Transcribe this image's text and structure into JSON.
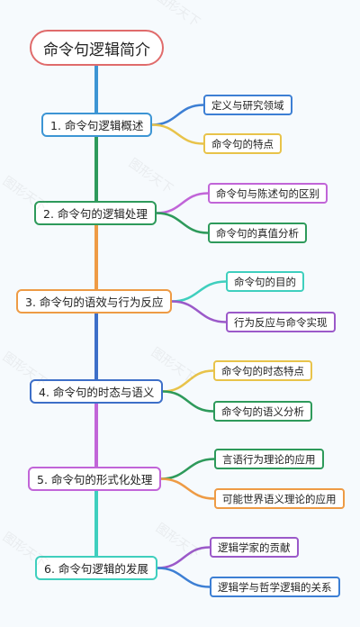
{
  "root": {
    "title": "命令句逻辑简介",
    "color": "#e06b6b"
  },
  "watermark": "图形天下",
  "branches": [
    {
      "title": "1. 命令句逻辑概述",
      "color": "#3d95d4",
      "children": [
        {
          "title": "定义与研究领域",
          "color": "#3d7fd4"
        },
        {
          "title": "命令句的特点",
          "color": "#e8c34a"
        }
      ]
    },
    {
      "title": "2. 命令句的逻辑处理",
      "color": "#2e9a5b",
      "children": [
        {
          "title": "命令句与陈述句的区别",
          "color": "#c165d8"
        },
        {
          "title": "命令句的真值分析",
          "color": "#2e9a5b"
        }
      ]
    },
    {
      "title": "3. 命令句的语效与行为反应",
      "color": "#ee9b45",
      "children": [
        {
          "title": "命令句的目的",
          "color": "#3fcfbe"
        },
        {
          "title": "行为反应与命令实现",
          "color": "#9b59c9"
        }
      ]
    },
    {
      "title": "4. 命令句的时态与语义",
      "color": "#3d6fc8",
      "children": [
        {
          "title": "命令句的时态特点",
          "color": "#e8c34a"
        },
        {
          "title": "命令句的语义分析",
          "color": "#2e9a5b"
        }
      ]
    },
    {
      "title": "5. 命令句的形式化处理",
      "color": "#c165d8",
      "children": [
        {
          "title": "言语行为理论的应用",
          "color": "#2e9a5b"
        },
        {
          "title": "可能世界语义理论的应用",
          "color": "#ee9b45"
        }
      ]
    },
    {
      "title": "6. 命令句逻辑的发展",
      "color": "#3fcfbe",
      "children": [
        {
          "title": "逻辑学家的贡献",
          "color": "#9b59c9"
        },
        {
          "title": "逻辑学与哲学逻辑的关系",
          "color": "#3d7fd4"
        }
      ]
    }
  ]
}
